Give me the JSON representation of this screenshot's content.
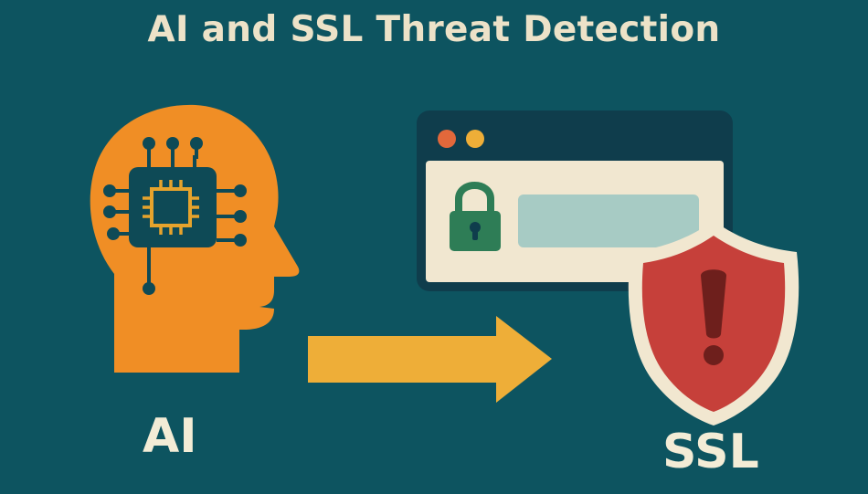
{
  "title": "AI and SSL Threat Detection",
  "labels": {
    "left": "AI",
    "right": "SSL"
  },
  "icons": {
    "left": "ai-head-chip-icon",
    "browser": "browser-window-icon",
    "lock": "padlock-icon",
    "shield": "warning-shield-icon",
    "arrow": "right-arrow-icon"
  },
  "colors": {
    "background": "#0d5460",
    "head": "#f08e25",
    "chip": "#0e4a56",
    "arrow": "#eeae38",
    "browser_bar": "#0f3d4c",
    "browser_body": "#f1e7d0",
    "address_bar": "#a7cbc4",
    "lock": "#2e7d56",
    "shield": "#c6403a",
    "text": "#ece2c8"
  }
}
